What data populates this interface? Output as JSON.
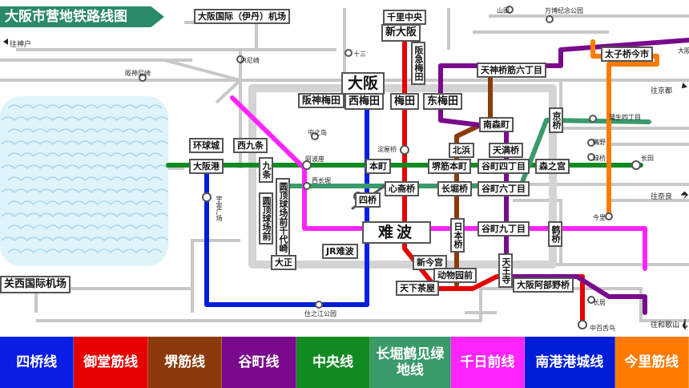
{
  "title": "大阪市营地铁路线图",
  "line_colors": {
    "yotsubashi": "#0a1ee6",
    "midosuji": "#e60000",
    "sakaisuji": "#8b3a0c",
    "tanimachi": "#7a0a8c",
    "chuo": "#128a22",
    "nagahori": "#3a9a6a",
    "sennichimae": "#ff24ff",
    "nanko": "#001ed6",
    "imazatosuji": "#ff7a00",
    "jr_other": "#c8c8c8"
  },
  "stations": {
    "shinosaka": "新大阪",
    "senri_chuo": "千里中央",
    "hankyu_umeda": "阪急梅田",
    "osaka": "大阪",
    "hanshin_umeda": "阪神梅田",
    "nishi_umeda": "西梅田",
    "umeda": "梅田",
    "higashi_umeda": "东梅田",
    "tenjinbashi": "天神桥筋六丁目",
    "taishibashi": "太子桥今市",
    "minamimorimachi": "南森町",
    "kyobashi": "京桥",
    "kitahama": "北浜",
    "temma": "天满桥",
    "honmachi": "本町",
    "sakaisuji_honmachi": "堺筋本町",
    "tanimachi_4": "谷町四丁目",
    "morinomiya": "森之宫",
    "bentencho": "环球城",
    "nishikujo": "西九条",
    "osakako": "大阪港",
    "kujo": "九条",
    "shinsaibashi": "心斋桥",
    "nagahoribashi": "长堀桥",
    "tanimachi_6": "谷町六丁目",
    "yotsubashi_st": "四桥",
    "dome_chiyozaki": "圆顶球场前千代崎",
    "dome_mae": "圆顶球场前",
    "namba": "难波",
    "nippombashi": "日本桥",
    "tanimachi_9": "谷町九丁目",
    "tsuruhashi": "鹤桥",
    "taisho": "大正",
    "jr_namba": "JR难波",
    "shinimamiya": "新今宫",
    "dobutsuen": "动物园前",
    "tennoji": "天王寺",
    "abeno": "大阪阿部野桥",
    "tengachaya": "天下茶屋",
    "kix": "关西国际机场",
    "itami": "大阪国际（伊丹）机场"
  },
  "small_labels": {
    "yamada": "山田",
    "banpaku": "万博纪念公园",
    "juso": "十三",
    "amagasaki": "JR尼崎",
    "hanshin_amagasaki": "阪神尼崎",
    "nakanoshima": "中之岛",
    "awaza": "阿波座",
    "nishinagahori": "西长堀",
    "yodoyabashi": "淀屋桥",
    "gamo": "蒲生四丁目",
    "shigino": "鴫野",
    "midoribashi": "绿桥",
    "nagata": "长田",
    "imazato": "今里",
    "cosmosquare": "宇宙广场",
    "suminoe": "住之江公园",
    "nagai": "长居",
    "nakamozu": "中百舌鸟",
    "osaka_east": "大阪"
  },
  "directions": {
    "kobe": "往神户",
    "kyoto": "往京都",
    "nara": "往奈良",
    "wakayama": "往和歌山"
  },
  "legend": [
    {
      "label": "四桥线",
      "color": "#0a1ee6"
    },
    {
      "label": "御堂筋线",
      "color": "#e60000"
    },
    {
      "label": "堺筋线",
      "color": "#8b3a0c"
    },
    {
      "label": "谷町线",
      "color": "#7a0a8c"
    },
    {
      "label": "中央线",
      "color": "#128a22"
    },
    {
      "label": "长堀鹤见绿地线",
      "color": "#3a9a6a"
    },
    {
      "label": "千日前线",
      "color": "#ff24ff"
    },
    {
      "label": "南港港城线",
      "color": "#001ed6"
    },
    {
      "label": "今里筋线",
      "color": "#ff7a00"
    }
  ]
}
